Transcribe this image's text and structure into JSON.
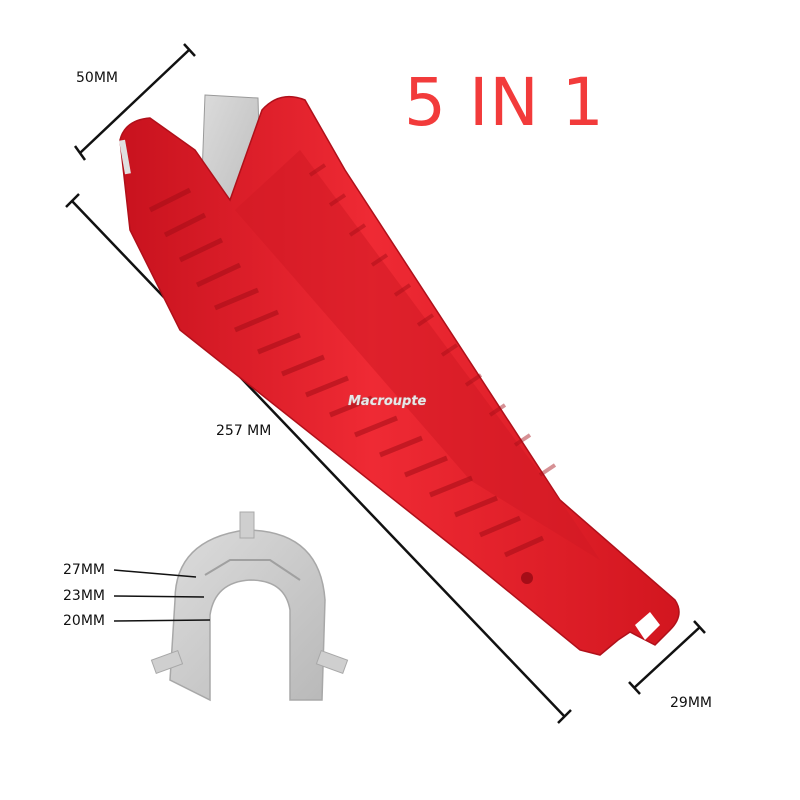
{
  "title": "5 IN 1",
  "colors": {
    "title": "#f23b3b",
    "wrench_red": "#e8222e",
    "wrench_dark": "#b8101c",
    "metal": "#c9c9c9",
    "dimension_line": "#111111"
  },
  "watermark": "Macroupte",
  "dimensions": {
    "jaw_width": "50MM",
    "length": "257 MM",
    "end_width": "29MM"
  },
  "insert_sizes": [
    {
      "label": "27MM"
    },
    {
      "label": "23MM"
    },
    {
      "label": "20MM"
    }
  ]
}
